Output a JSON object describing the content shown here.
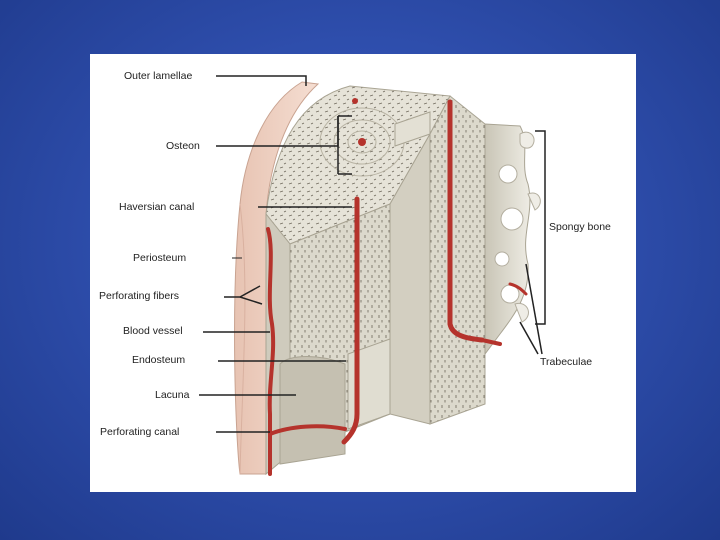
{
  "figure": {
    "labels": {
      "outer_lamellae": "Outer lamellae",
      "osteon": "Osteon",
      "haversian_canal": "Haversian canal",
      "periosteum": "Periosteum",
      "perforating_fibers": "Perforating fibers",
      "blood_vessel": "Blood vessel",
      "endosteum": "Endosteum",
      "lacuna": "Lacuna",
      "perforating_canal": "Perforating canal",
      "spongy_bone": "Spongy bone",
      "trabeculae": "Trabeculae"
    },
    "colors": {
      "background": "#2f4fae",
      "bone_light": "#e8e6da",
      "bone_dark": "#bdb8a8",
      "periosteum": "#f1d2c3",
      "vessel": "#b5332c",
      "leader_line": "#222222"
    }
  }
}
